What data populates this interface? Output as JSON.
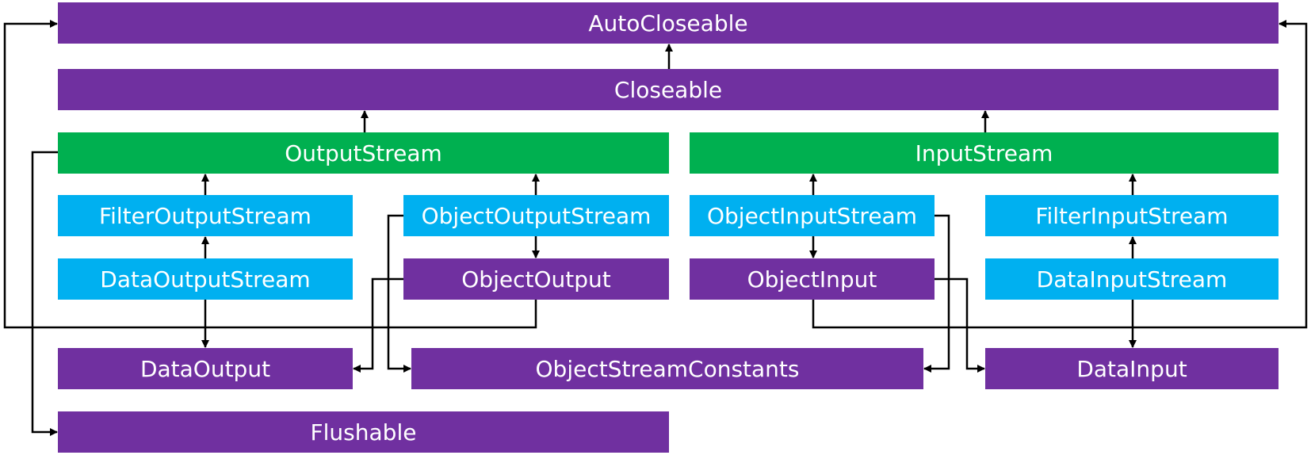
{
  "colors": {
    "interface": "#7030a0",
    "base_stream": "#00b050",
    "concrete_stream": "#00b0f0",
    "line": "#000000",
    "text": "#ffffff"
  },
  "nodes": {
    "autocloseable": "AutoCloseable",
    "closeable": "Closeable",
    "outputstream": "OutputStream",
    "inputstream": "InputStream",
    "filteroutputstream": "FilterOutputStream",
    "objectoutputstream": "ObjectOutputStream",
    "objectinputstream": "ObjectInputStream",
    "filterinputstream": "FilterInputStream",
    "dataoutputstream": "DataOutputStream",
    "objectoutput": "ObjectOutput",
    "objectinput": "ObjectInput",
    "datainputstream": "DataInputStream",
    "dataoutput": "DataOutput",
    "objectstreamconstants": "ObjectStreamConstants",
    "datainput": "DataInput",
    "flushable": "Flushable"
  },
  "edges": [
    {
      "from": "Closeable",
      "to": "AutoCloseable"
    },
    {
      "from": "OutputStream",
      "to": "Closeable"
    },
    {
      "from": "InputStream",
      "to": "Closeable"
    },
    {
      "from": "OutputStream",
      "to": "Flushable"
    },
    {
      "from": "FilterOutputStream",
      "to": "OutputStream"
    },
    {
      "from": "ObjectOutputStream",
      "to": "OutputStream"
    },
    {
      "from": "ObjectInputStream",
      "to": "InputStream"
    },
    {
      "from": "FilterInputStream",
      "to": "InputStream"
    },
    {
      "from": "DataOutputStream",
      "to": "FilterOutputStream"
    },
    {
      "from": "DataOutputStream",
      "to": "DataOutput"
    },
    {
      "from": "DataInputStream",
      "to": "FilterInputStream"
    },
    {
      "from": "DataInputStream",
      "to": "DataInput"
    },
    {
      "from": "ObjectOutputStream",
      "to": "ObjectOutput"
    },
    {
      "from": "ObjectOutputStream",
      "to": "ObjectStreamConstants"
    },
    {
      "from": "ObjectInputStream",
      "to": "ObjectInput"
    },
    {
      "from": "ObjectInputStream",
      "to": "ObjectStreamConstants"
    },
    {
      "from": "ObjectOutput",
      "to": "DataOutput"
    },
    {
      "from": "ObjectOutput",
      "to": "AutoCloseable"
    },
    {
      "from": "ObjectInput",
      "to": "DataInput"
    },
    {
      "from": "ObjectInput",
      "to": "AutoCloseable"
    }
  ]
}
